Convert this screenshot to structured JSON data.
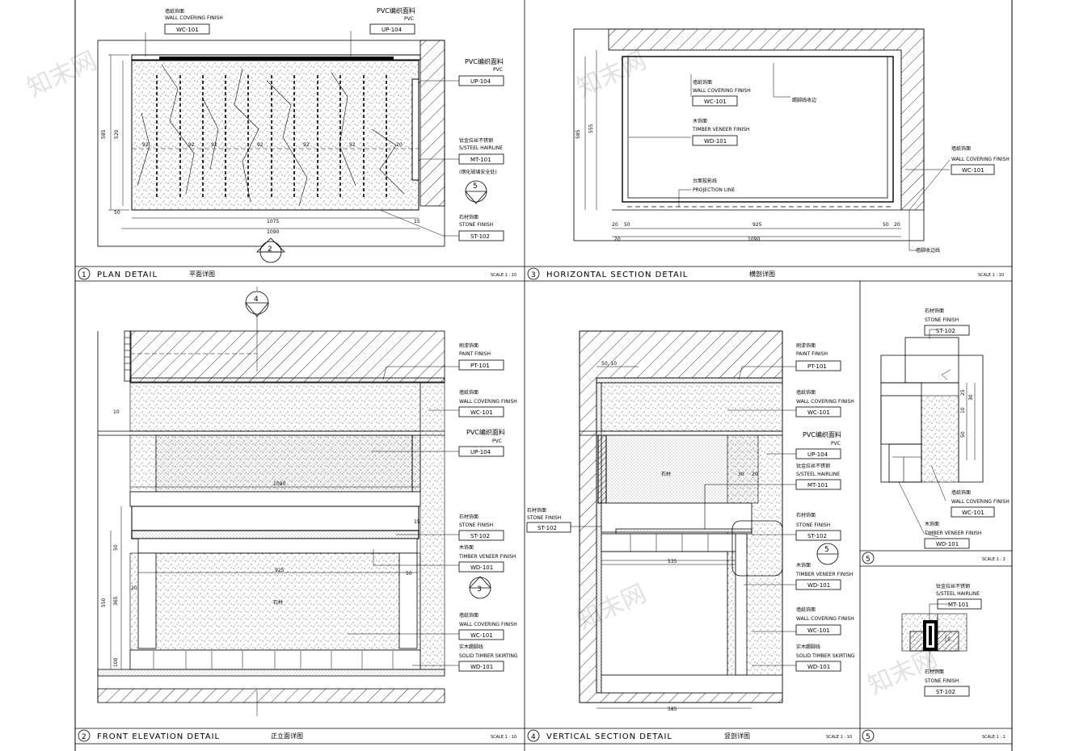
{
  "panels": {
    "plan": {
      "num": "1",
      "title": "PLAN DETAIL",
      "cn": "平面详图",
      "scale": "SCALE 1 : 10"
    },
    "horizontal": {
      "num": "3",
      "title": "HORIZONTAL SECTION DETAIL",
      "cn": "横剖详图",
      "scale": "SCALE 1 : 10"
    },
    "front": {
      "num": "2",
      "title": "FRONT ELEVATION DETAIL",
      "cn": "正立面详图",
      "scale": "SCALE 1 : 10"
    },
    "vertical": {
      "num": "4",
      "title": "VERTICAL SECTION DETAIL",
      "cn": "竖剖详图",
      "scale": "SCALE 1 : 10"
    },
    "detail_a": {
      "num": "5",
      "scale": "SCALE 1 : 2"
    },
    "detail_b": {
      "num": "5",
      "scale": "SCALE 1 : 1"
    }
  },
  "callouts": {
    "wc101_cn": "墙纸饰面",
    "wc101_en": "WALL COVERING FINISH",
    "wc101_code": "WC-101",
    "up104_cn": "PVC编织面料",
    "up104_en": "PVC",
    "up104_code": "UP-104",
    "mt101_cn": "钛金拉丝不锈钢",
    "mt101_en": "S/STEEL HAIRLINE",
    "mt101_code": "MT-101",
    "mt101_note": "(钢化玻璃安全处)",
    "st102_cn": "石材饰面",
    "st102_en": "STONE FINISH",
    "st102_code": "ST-102",
    "wd101_cn": "木饰面",
    "wd101_en": "TIMBER VENEER FINISH",
    "wd101_code": "WD-101",
    "pt101_cn": "刷漆饰面",
    "pt101_en": "PAINT FINISH",
    "pt101_code": "PT-101",
    "proj_cn": "台面投影线",
    "proj_en": "PROJECTION LINE",
    "skirt_cn": "实木踢脚线",
    "skirt_en": "SOLID TIMBER SKIRTING",
    "side_note": "踢脚线收边",
    "floor_note": "墙脚收边线",
    "stone_label": "石材"
  },
  "dims": {
    "plan_top": "585",
    "plan_mid": "520",
    "plan_side": "50",
    "plan_inner": "1075",
    "plan_total": "1090",
    "plan_spacing": "92",
    "plan_end": "20",
    "plan_gap": "15",
    "h_total": "1090",
    "h_inner": "925",
    "h_left": "20",
    "h_left2": "50",
    "h_right": "50",
    "h_right2": "20",
    "h_height": "585",
    "h_height2": "555",
    "f_1090": "1090",
    "f_925": "925",
    "f_550": "550",
    "f_365": "365",
    "f_100": "100",
    "f_50": "50",
    "f_20": "20",
    "f_15": "15",
    "f_10": "10",
    "v_535": "535",
    "v_585": "585",
    "v_50_10": "50, 10",
    "v_30": "30",
    "v_20": "20",
    "d_25": "25",
    "d_10": "10",
    "d_30": "30",
    "d_50": "50",
    "d_5": "5"
  },
  "watermark": "知末网"
}
